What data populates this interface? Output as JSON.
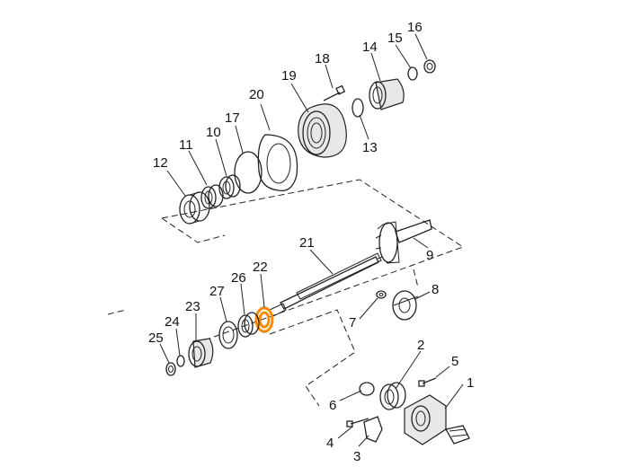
{
  "diagram": {
    "labels": [
      {
        "id": "1",
        "text": "1"
      },
      {
        "id": "2",
        "text": "2"
      },
      {
        "id": "3",
        "text": "3"
      },
      {
        "id": "4",
        "text": "4"
      },
      {
        "id": "5",
        "text": "5"
      },
      {
        "id": "6",
        "text": "6"
      },
      {
        "id": "7",
        "text": "7"
      },
      {
        "id": "8",
        "text": "8"
      },
      {
        "id": "9",
        "text": "9"
      },
      {
        "id": "10",
        "text": "10"
      },
      {
        "id": "11",
        "text": "11"
      },
      {
        "id": "12",
        "text": "12"
      },
      {
        "id": "13",
        "text": "13"
      },
      {
        "id": "14",
        "text": "14"
      },
      {
        "id": "15",
        "text": "15"
      },
      {
        "id": "16",
        "text": "16"
      },
      {
        "id": "17",
        "text": "17"
      },
      {
        "id": "18",
        "text": "18"
      },
      {
        "id": "19",
        "text": "19"
      },
      {
        "id": "20",
        "text": "20"
      },
      {
        "id": "21",
        "text": "21"
      },
      {
        "id": "22",
        "text": "22"
      },
      {
        "id": "23",
        "text": "23"
      },
      {
        "id": "24",
        "text": "24"
      },
      {
        "id": "25",
        "text": "25"
      },
      {
        "id": "26",
        "text": "26"
      },
      {
        "id": "27",
        "text": "27"
      }
    ],
    "highlighted_part": "22",
    "highlight_color": "#ff8c00"
  }
}
